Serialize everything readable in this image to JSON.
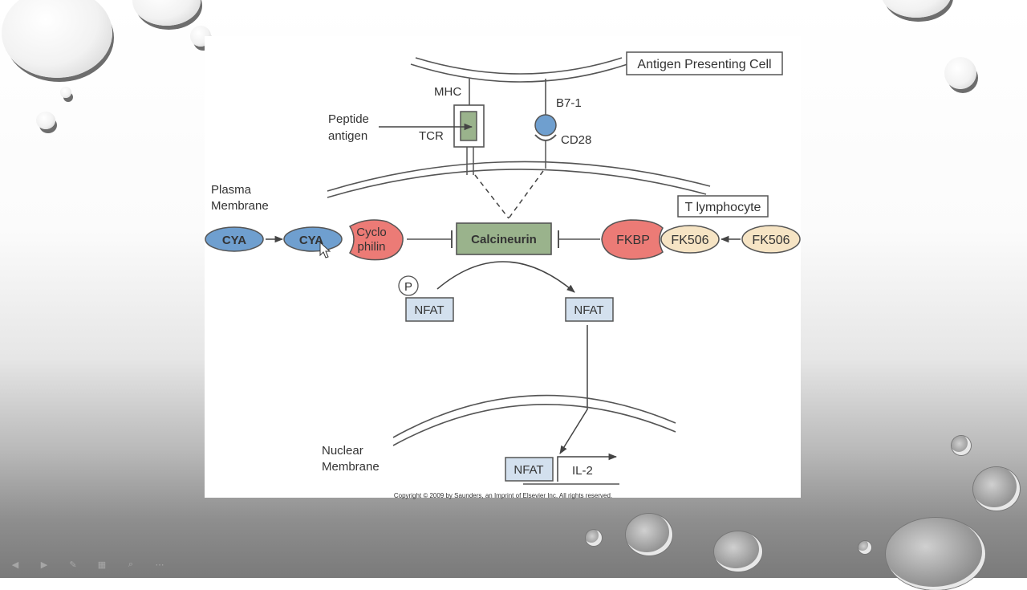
{
  "diagram": {
    "labels": {
      "apc": "Antigen Presenting Cell",
      "mhc": "MHC",
      "b71": "B7-1",
      "peptide_line1": "Peptide",
      "peptide_line2": "antigen",
      "tcr": "TCR",
      "cd28": "CD28",
      "plasma_line1": "Plasma",
      "plasma_line2": "Membrane",
      "t_lymphocyte": "T lymphocyte",
      "cya_1": "CYA",
      "cya_2": "CYA",
      "cyclophilin_line1": "Cyclo",
      "cyclophilin_line2": "philin",
      "calcineurin": "Calcineurin",
      "fkbp": "FKBP",
      "fk506_1": "FK506",
      "fk506_2": "FK506",
      "phosphate": "P",
      "nfat_phos": "NFAT",
      "nfat_active": "NFAT",
      "nuclear_line1": "Nuclear",
      "nuclear_line2": "Membrane",
      "nfat_nuclear": "NFAT",
      "il2": "IL-2",
      "copyright": "Copyright © 2009 by Saunders, an Imprint of Elsevier Inc. All rights reserved."
    },
    "colors": {
      "blue": "#6f9fcf",
      "salmon": "#ec7b76",
      "green": "#9ab38c",
      "cream": "#f6e4c4",
      "nfat_fill": "#d3e0ee",
      "stroke": "#555555"
    }
  },
  "slideshow_controls": [
    "previous-icon",
    "next-icon",
    "pen-icon",
    "slides-icon",
    "zoom-icon",
    "more-icon"
  ]
}
